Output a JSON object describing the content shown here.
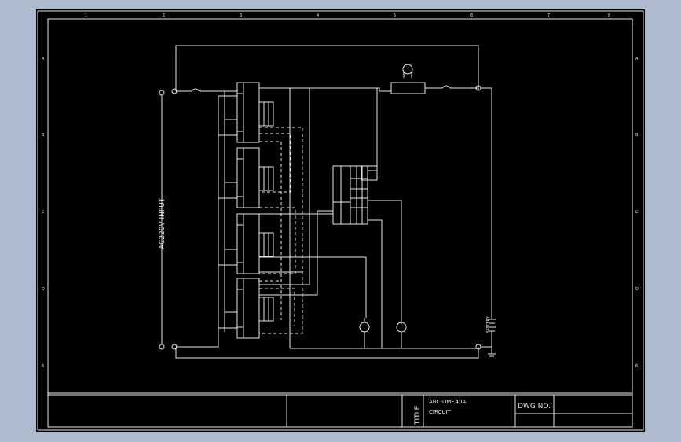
{
  "drawing": {
    "border_numbers": [
      "1",
      "2",
      "3",
      "4",
      "5",
      "6",
      "7",
      "8"
    ],
    "border_letters": [
      "A",
      "B",
      "C",
      "D",
      "E"
    ],
    "input_label": "AC220V INPUT",
    "battery_label": "BATTERY"
  },
  "title_block": {
    "title_label": "TITLE",
    "model": "ABC-DMF.40A",
    "circuit": "CIRCUIT",
    "dwg_label": "DWG NO."
  },
  "colors": {
    "sheet_bg": "#000000",
    "frame_bg": "#aebbcf",
    "line": "#e8e8e8"
  }
}
